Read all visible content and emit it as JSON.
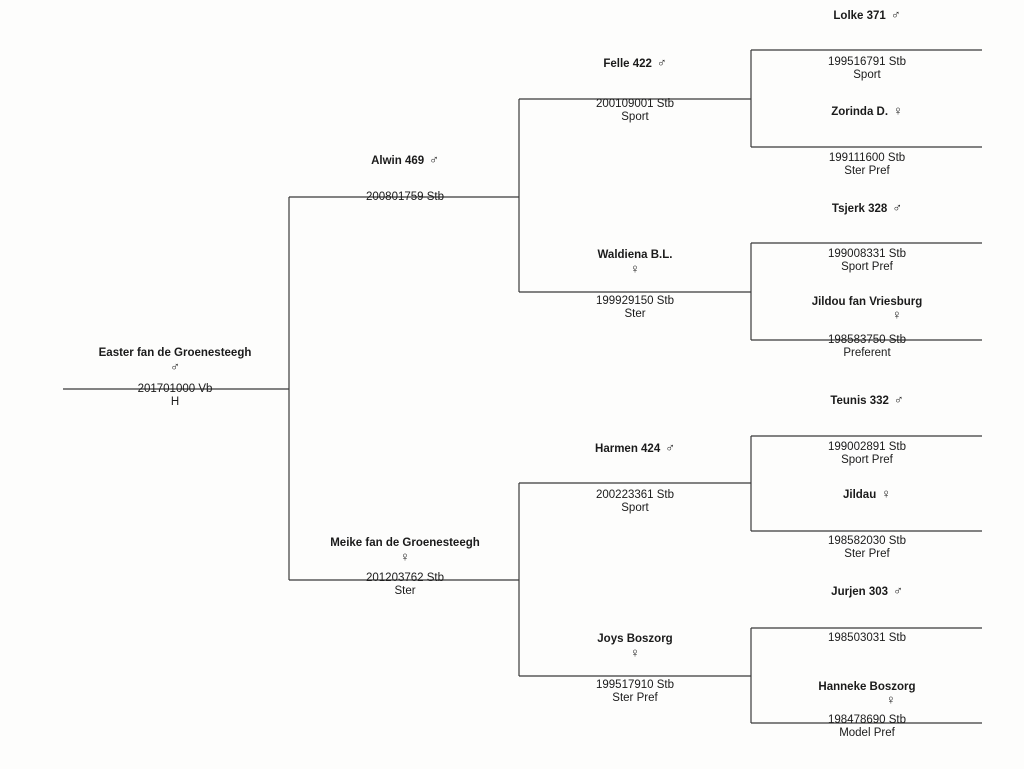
{
  "symbols": {
    "male": "♂",
    "female": "♀"
  },
  "pedigree": {
    "subject": {
      "name": "Easter fan de Groenesteegh",
      "sex": "male",
      "reg": "201701000 Vb",
      "detail": "H"
    },
    "sire": {
      "name": "Alwin 469",
      "sex": "male",
      "reg": "200801759 Stb",
      "detail": ""
    },
    "dam": {
      "name": "Meike fan de Groenesteegh",
      "sex": "female",
      "reg": "201203762 Stb",
      "detail": "Ster"
    },
    "sire_sire": {
      "name": "Felle 422",
      "sex": "male",
      "reg": "200109001 Stb",
      "detail": "Sport"
    },
    "sire_dam": {
      "name": "Waldiena B.L.",
      "sex": "female",
      "reg": "199929150 Stb",
      "detail": "Ster"
    },
    "dam_sire": {
      "name": "Harmen 424",
      "sex": "male",
      "reg": "200223361 Stb",
      "detail": "Sport"
    },
    "dam_dam": {
      "name": "Joys Boszorg",
      "sex": "female",
      "reg": "199517910 Stb",
      "detail": "Ster Pref"
    },
    "gg1": {
      "name": "Lolke 371",
      "sex": "male",
      "reg": "199516791 Stb",
      "detail": "Sport"
    },
    "gg2": {
      "name": "Zorinda D.",
      "sex": "female",
      "reg": "199111600 Stb",
      "detail": "Ster Pref"
    },
    "gg3": {
      "name": "Tsjerk 328",
      "sex": "male",
      "reg": "199008331 Stb",
      "detail": "Sport Pref"
    },
    "gg4": {
      "name": "Jildou fan Vriesburg",
      "sex": "female",
      "reg": "198583750 Stb",
      "detail": "Preferent"
    },
    "gg5": {
      "name": "Teunis 332",
      "sex": "male",
      "reg": "199002891 Stb",
      "detail": "Sport Pref"
    },
    "gg6": {
      "name": "Jildau",
      "sex": "female",
      "reg": "198582030 Stb",
      "detail": "Ster Pref"
    },
    "gg7": {
      "name": "Jurjen 303",
      "sex": "male",
      "reg": "198503031 Stb",
      "detail": ""
    },
    "gg8": {
      "name": "Hanneke Boszorg",
      "sex": "female",
      "reg": "198478690 Stb",
      "detail": "Model Pref"
    }
  }
}
